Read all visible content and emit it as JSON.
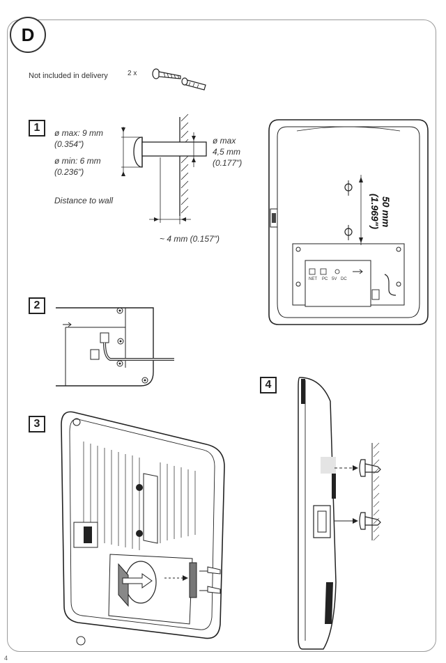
{
  "section_letter": "D",
  "delivery_note": "Not included in delivery",
  "quantity": "2 x",
  "steps": [
    "1",
    "2",
    "3",
    "4"
  ],
  "step1": {
    "head_max": "ø max: 9 mm",
    "head_max_in": "(0.354\")",
    "head_min": "ø min: 6 mm",
    "head_min_in": "(0.236\")",
    "shaft_label": "ø max",
    "shaft_mm": "4,5 mm",
    "shaft_in": "(0.177\")",
    "distance_label": "Distance to wall",
    "distance_value": "~ 4 mm (0.157\")"
  },
  "device_back": {
    "hole_distance_mm": "50 mm",
    "hole_distance_in": "(1.969\")",
    "port_labels": [
      "NET",
      "PC",
      "5V",
      "DC"
    ]
  },
  "page_number": "4"
}
